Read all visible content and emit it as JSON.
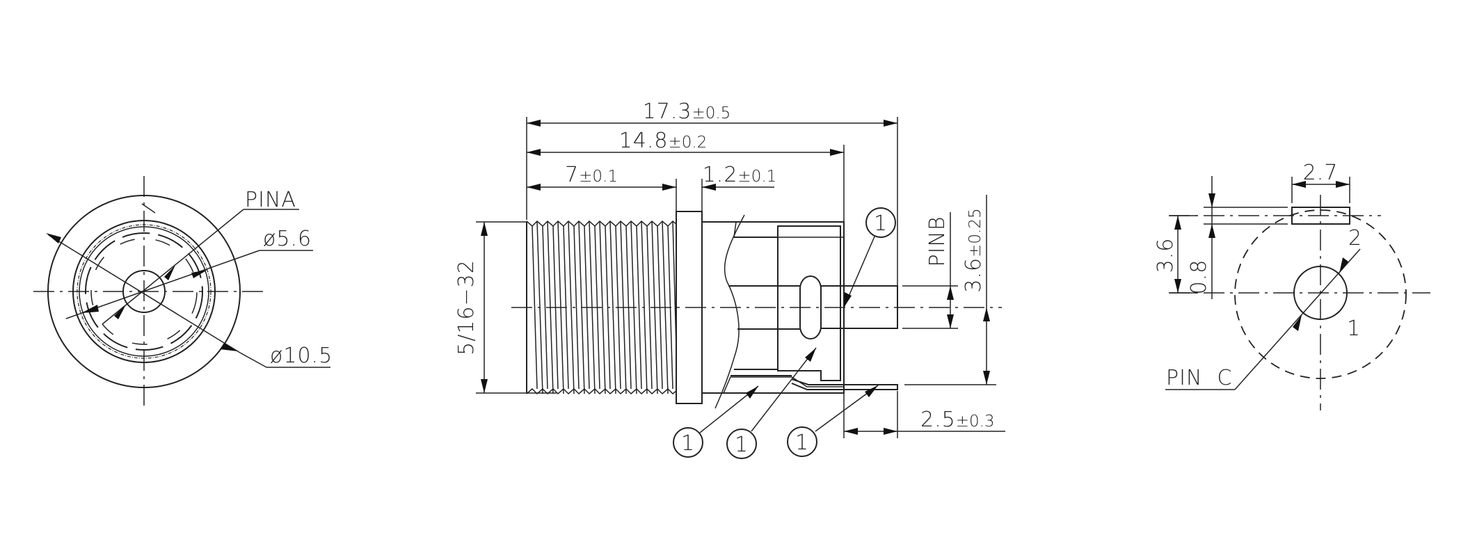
{
  "drawing": {
    "views": {
      "front_view": {
        "labels": {
          "pin_a": "PINA",
          "inner_diameter": "ø5.6",
          "outer_diameter": "ø10.5"
        }
      },
      "side_view": {
        "dimensions": {
          "overall_length": {
            "value": "17.3",
            "tol": "±0.5"
          },
          "body_length": {
            "value": "14.8",
            "tol": "±0.2"
          },
          "thread_length": {
            "value": "7",
            "tol": "±0.1"
          },
          "flange_thickness": {
            "value": "1.2",
            "tol": "±0.1"
          },
          "thread_spec": "5/16−32",
          "pin_b_label": "PINB",
          "pin_offset": {
            "value": "3.6",
            "tol": "±0.25"
          },
          "lead_extension": {
            "value": "2.5",
            "tol": "±0.3"
          }
        },
        "balloons": [
          "1",
          "1",
          "1",
          "1"
        ]
      },
      "pcb_footprint": {
        "dimensions": {
          "slot_width": "2.7",
          "slot_offset": "3.6",
          "slot_height": "0.8"
        },
        "labels": {
          "pin_c": "PIN  C",
          "hole_2": "2",
          "hole_1": "1"
        }
      }
    },
    "colors": {
      "line": "#222222",
      "background": "#ffffff"
    }
  }
}
